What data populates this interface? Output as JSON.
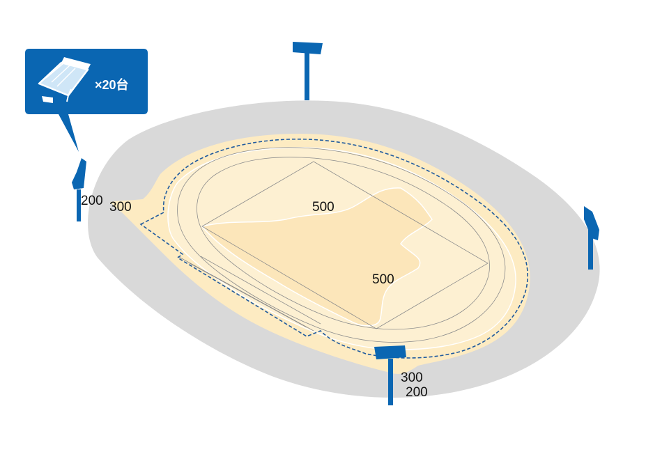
{
  "colors": {
    "background": "#ffffff",
    "stands": "#d9d9d9",
    "illuminance_outer": "#fdebc2",
    "illuminance_mid": "#fdf0d2",
    "illuminance_high": "#fce6ba",
    "field_lines": "#8c8c8c",
    "measurement_area": "#1f5a9e",
    "callout": "#0a66b2",
    "callout_text": "#ffffff",
    "label_text": "#111111"
  },
  "callout": {
    "icon": "floodlight-fixture-icon",
    "count_label": "×20台"
  },
  "illuminance_labels": {
    "center_top": "500",
    "center_right": "500",
    "left_outer": "200",
    "left_inner": "300",
    "bottom_inner": "300",
    "bottom_outer": "200"
  },
  "poles": [
    {
      "id": "north",
      "icon": "light-pole-icon"
    },
    {
      "id": "west",
      "icon": "light-pole-icon"
    },
    {
      "id": "east",
      "icon": "light-pole-icon"
    },
    {
      "id": "south",
      "icon": "light-pole-icon"
    }
  ]
}
